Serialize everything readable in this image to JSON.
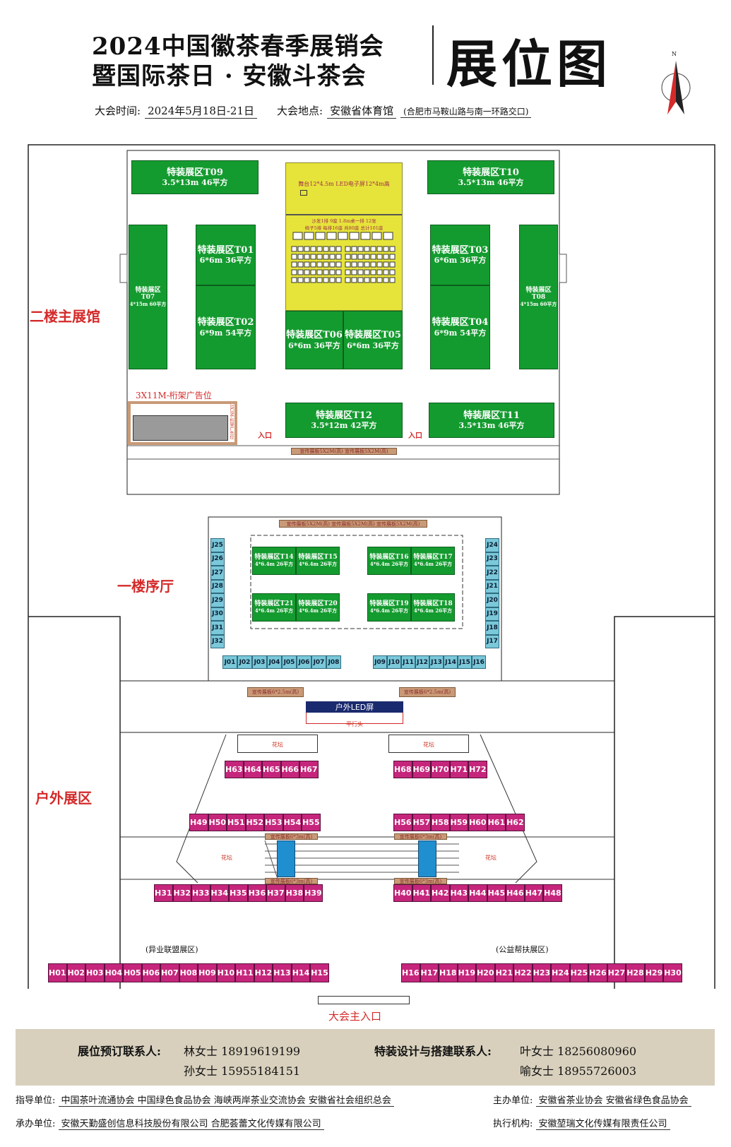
{
  "header": {
    "title_line1": "2024中国徽茶春季展销会",
    "title_line2": "暨国际茶日 · 安徽斗茶会",
    "big_title": "展位图",
    "north": "N",
    "time_label": "大会时间:",
    "time_value": "2024年5月18日-21日",
    "place_label": "大会地点:",
    "place_value": "安徽省体育馆",
    "place_note": "(合肥市马鞍山路与南一环路交口)"
  },
  "areas": {
    "floor2": "二楼主展馆",
    "floor1": "一楼序厅",
    "outdoor": "户外展区",
    "truss": "3X11M-桁架广告位",
    "truss_vert": "3X3M-桁架广告位",
    "entrance": "入口",
    "entrance2": "入口",
    "main_entrance": "大会主入口",
    "led": "户外LED屏",
    "led_sub": "平行头",
    "flower1": "花坛",
    "flower2": "花坛",
    "flower3": "花坛",
    "flower4": "花坛",
    "alliance": "(异业联盟展区)",
    "charity": "(公益帮扶展区)"
  },
  "stage": {
    "title": "舞台12*4.5m LED电子屏12*4m高",
    "sofa": "沙发1排  9座  1.8m桌一排  12张",
    "chairs": "椅子5排 每排16座  共80座  总计101座"
  },
  "boards": {
    "b1": "宣传展板5X2M(高) 宣传展板5X2M(高)",
    "b2": "宣传展板5X2M(高) 宣传展板5X2M(高) 宣传展板5X2M(高)",
    "b3": "宣传展板6*2.5m(高)",
    "b4": "宣传展板6*2.5m(高)",
    "b5": "宣传展板6*3m(高)",
    "b6": "宣传展板6*3m(高)",
    "b7": "宣传展板6*3m(高)",
    "b8": "宣传展板6*3m(高)"
  },
  "booths": {
    "T09": {
      "n": "特装展区T09",
      "s": "3.5*13m 46平方"
    },
    "T10": {
      "n": "特装展区T10",
      "s": "3.5*13m 46平方"
    },
    "T01": {
      "n": "特装展区T01",
      "s": "6*6m 36平方"
    },
    "T02": {
      "n": "特装展区T02",
      "s": "6*9m 54平方"
    },
    "T03": {
      "n": "特装展区T03",
      "s": "6*6m 36平方"
    },
    "T04": {
      "n": "特装展区T04",
      "s": "6*9m 54平方"
    },
    "T05": {
      "n": "特装展区T05",
      "s": "6*6m 36平方"
    },
    "T06": {
      "n": "特装展区T06",
      "s": "6*6m 36平方"
    },
    "T07": {
      "n": "特装展区T07",
      "s": "4*15m 60平方"
    },
    "T08": {
      "n": "特装展区T08",
      "s": "4*15m 60平方"
    },
    "T11": {
      "n": "特装展区T11",
      "s": "3.5*13m 46平方"
    },
    "T12": {
      "n": "特装展区T12",
      "s": "3.5*12m 42平方"
    },
    "T14": {
      "n": "特装展区T14",
      "s": "4*6.4m 26平方"
    },
    "T15": {
      "n": "特装展区T15",
      "s": "4*6.4m 26平方"
    },
    "T16": {
      "n": "特装展区T16",
      "s": "4*6.4m 26平方"
    },
    "T17": {
      "n": "特装展区T17",
      "s": "4*6.4m 26平方"
    },
    "T21": {
      "n": "特装展区T21",
      "s": "4*6.4m 26平方"
    },
    "T20": {
      "n": "特装展区T20",
      "s": "4*6.4m 26平方"
    },
    "T19": {
      "n": "特装展区T19",
      "s": "4*6.4m 26平方"
    },
    "T18": {
      "n": "特装展区T18",
      "s": "4*6.4m 26平方"
    }
  },
  "j_left_col": [
    "J25",
    "J26",
    "J27",
    "J28",
    "J29",
    "J30",
    "J31",
    "J32"
  ],
  "j_right_col": [
    "J24",
    "J23",
    "J22",
    "J21",
    "J20",
    "J19",
    "J18",
    "J17"
  ],
  "j_bottom_left": [
    "J01",
    "J02",
    "J03",
    "J04",
    "J05",
    "J06",
    "J07",
    "J08"
  ],
  "j_bottom_right": [
    "J09",
    "J10",
    "J11",
    "J12",
    "J13",
    "J14",
    "J15",
    "J16"
  ],
  "h_row1_left": [
    "H63",
    "H64",
    "H65",
    "H66",
    "H67"
  ],
  "h_row1_right": [
    "H68",
    "H69",
    "H70",
    "H71",
    "H72"
  ],
  "h_row2_left": [
    "H49",
    "H50",
    "H51",
    "H52",
    "H53",
    "H54",
    "H55"
  ],
  "h_row2_right": [
    "H56",
    "H57",
    "H58",
    "H59",
    "H60",
    "H61",
    "H62"
  ],
  "h_row3_left": [
    "H31",
    "H32",
    "H33",
    "H34",
    "H35",
    "H36",
    "H37",
    "H38",
    "H39"
  ],
  "h_row3_right": [
    "H40",
    "H41",
    "H42",
    "H43",
    "H44",
    "H45",
    "H46",
    "H47",
    "H48"
  ],
  "h_row4_left": [
    "H01",
    "H02",
    "H03",
    "H04",
    "H05",
    "H06",
    "H07",
    "H08",
    "H09",
    "H10",
    "H11",
    "H12",
    "H13",
    "H14",
    "H15"
  ],
  "h_row4_right": [
    "H16",
    "H17",
    "H18",
    "H19",
    "H20",
    "H21",
    "H22",
    "H23",
    "H24",
    "H25",
    "H26",
    "H27",
    "H28",
    "H29",
    "H30"
  ],
  "contacts": {
    "book_label": "展位预订联系人:",
    "book_1": "林女士  18919619199",
    "book_2": "孙女士  15955184151",
    "design_label": "特装设计与搭建联系人:",
    "design_1": "叶女士  18256080960",
    "design_2": "喻女士  18955726003"
  },
  "footer": {
    "guide_label": "指导单位:",
    "guide_value": "中国茶叶流通协会   中国绿色食品协会   海峡两岸茶业交流协会   安徽省社会组织总会",
    "host_label": "主办单位:",
    "host_value": "安徽省茶业协会   安徽省绿色食品协会",
    "undertake_label": "承办单位:",
    "undertake_value": "安徽天勤盛创信息科技股份有限公司   合肥荟蕾文化传媒有限公司",
    "exec_label": "执行机构:",
    "exec_value": "安徽堃瑞文化传媒有限责任公司"
  },
  "colors": {
    "green": "#149b2f",
    "magenta": "#c5267c",
    "cyan": "#7ac8da",
    "yellow": "#e6e43a",
    "tan": "#d8d0bd",
    "red": "#d42a2a"
  }
}
